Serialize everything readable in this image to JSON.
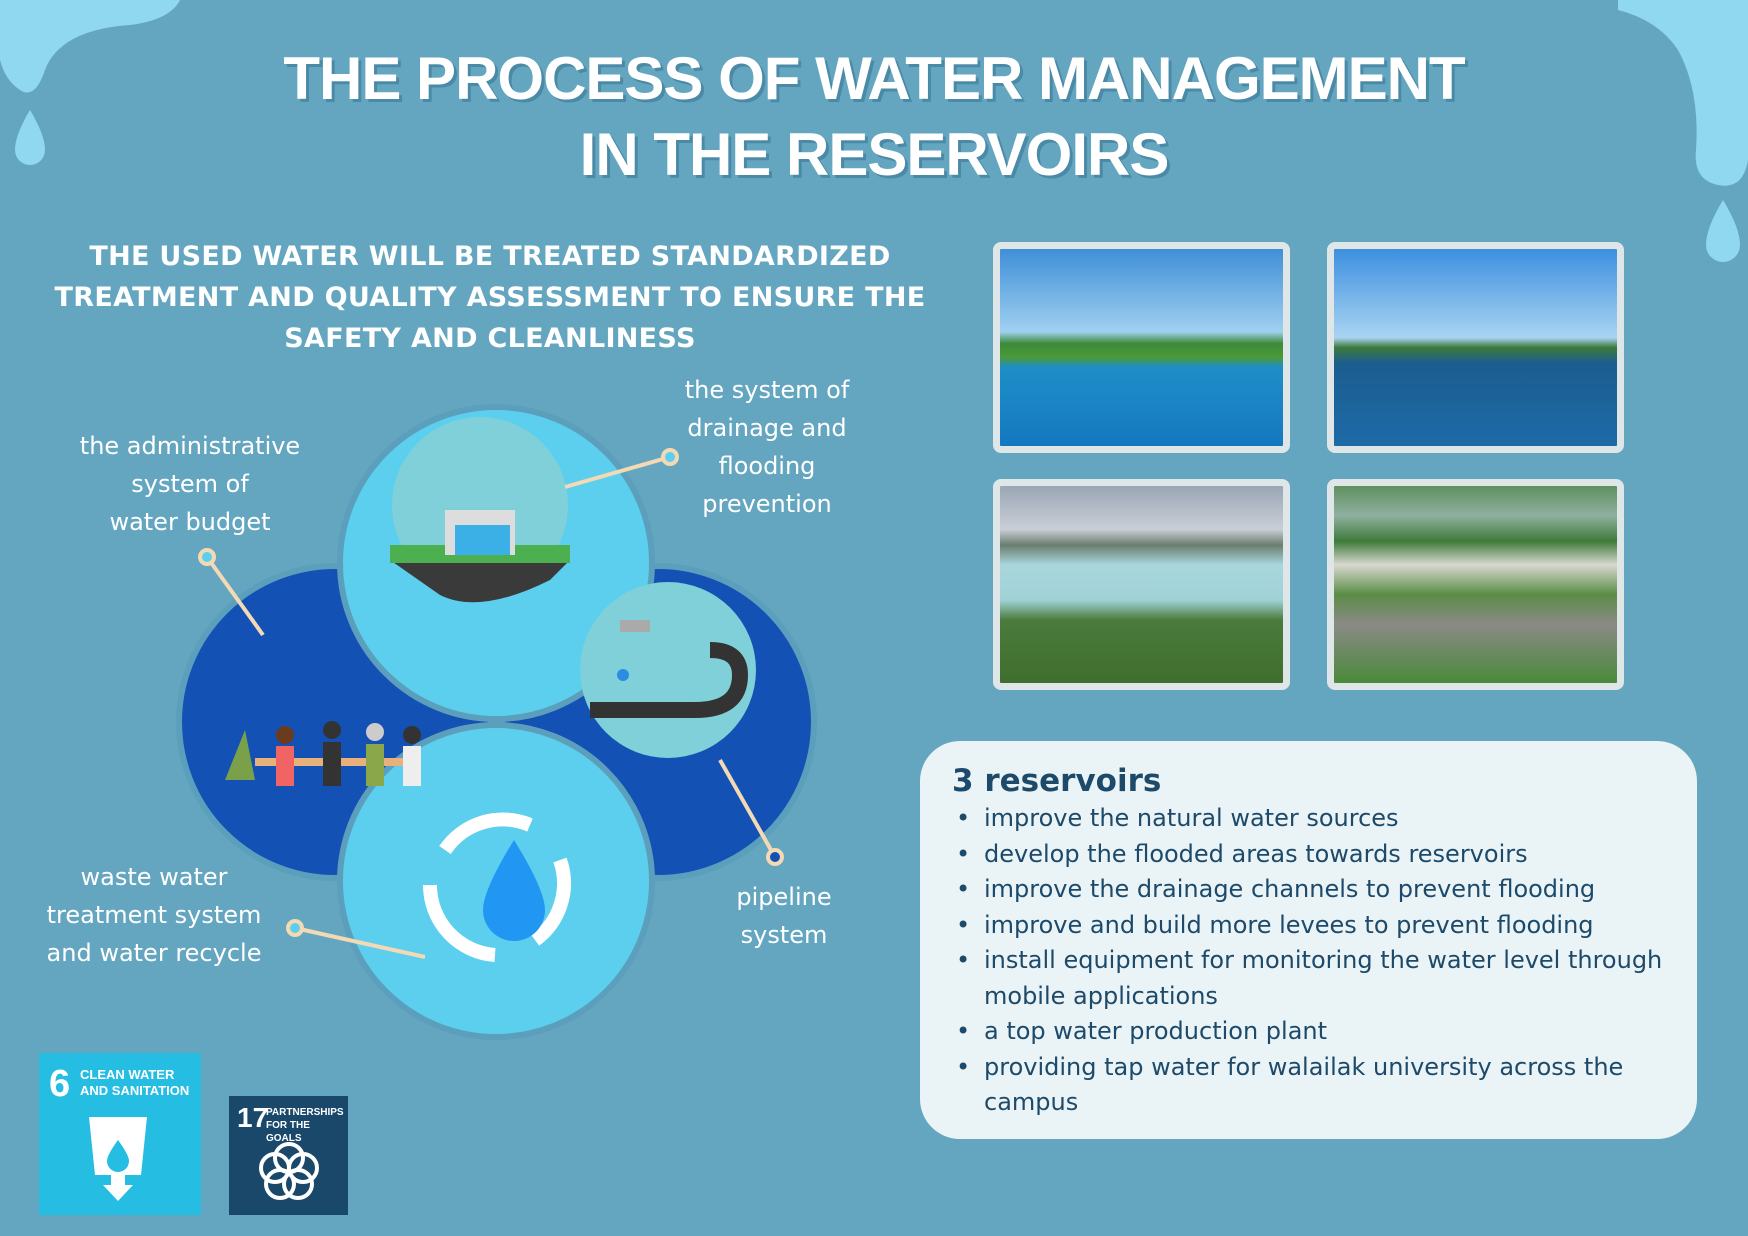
{
  "title": {
    "line1": "THE PROCESS OF WATER MANAGEMENT",
    "line2": "IN THE RESERVOIRS"
  },
  "subtitle": {
    "line1": "THE USED WATER WILL BE TREATED STANDARDIZED",
    "line2": "TREATMENT AND QUALITY ASSESSMENT TO ENSURE THE",
    "line3": "SAFETY AND CLEANLINESS"
  },
  "diagram": {
    "admin": [
      "the administrative",
      "system of",
      "water budget"
    ],
    "drainage": [
      "the system of",
      "drainage and",
      "flooding",
      "prevention"
    ],
    "pipeline": [
      "pipeline",
      "system"
    ],
    "waste": [
      "waste water",
      "treatment system",
      "and water recycle"
    ]
  },
  "reservoirs": {
    "heading": "3 reservoirs",
    "items": [
      "improve the natural water sources",
      "develop the flooded areas towards reservoirs",
      "improve the drainage channels to prevent flooding",
      "improve and build more levees to prevent flooding",
      "install equipment for monitoring the water level through mobile applications",
      "a top water production plant",
      "providing tap water for walailak university across the campus"
    ]
  },
  "sdg": {
    "goal6": {
      "number": "6",
      "line1": "CLEAN WATER",
      "line2": "AND SANITATION",
      "color": "#26bde2"
    },
    "goal17": {
      "number": "17",
      "line1": "PARTNERSHIPS",
      "line2": "FOR THE GOALS",
      "color": "#19486a"
    }
  }
}
